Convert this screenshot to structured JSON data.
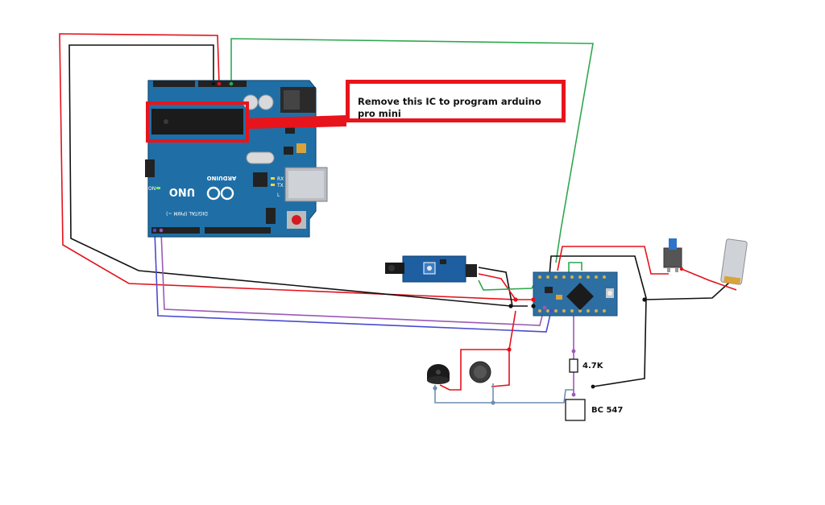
{
  "annotation": {
    "text": "Remove this IC to program arduino pro mini"
  },
  "labels": {
    "resistor_value": "4.7K",
    "transistor_name": "BC 547"
  },
  "boards": {
    "uno_logo_text": "UNO",
    "uno_brand_text": "ARDUINO",
    "uno_digital_label": "DIGITAL (PWM ~)",
    "uno_tx_label": "TX",
    "uno_rx_label": "RX",
    "uno_on_label": "ON",
    "uno_l_label": "L"
  },
  "colors": {
    "wire_red": "#e3121b",
    "wire_black": "#111111",
    "wire_green": "#2fa84f",
    "wire_purple": "#9b59b6",
    "wire_blue": "#4a4ad0",
    "wire_steel": "#6f8fb0",
    "uno_board": "#1f6fa6",
    "pro_mini_board": "#2d6fa3",
    "highlight": "#e8141c"
  }
}
